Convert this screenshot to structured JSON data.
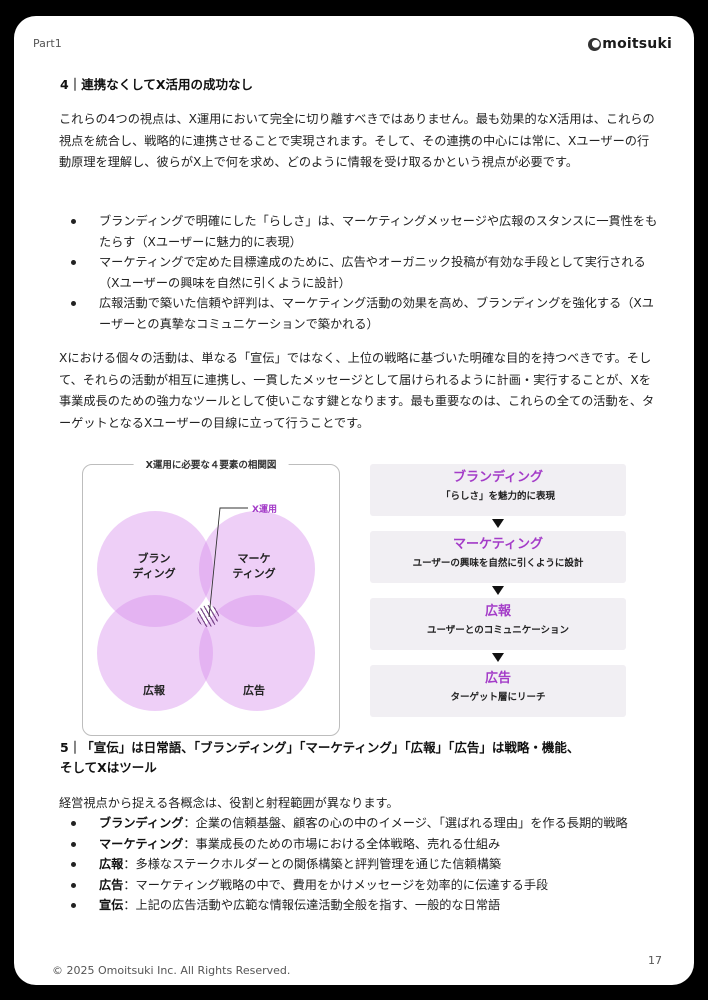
{
  "header": {
    "part_label": "Part1",
    "logo_text": "moitsuki"
  },
  "section4": {
    "heading": "4｜連携なくしてX活用の成功なし",
    "intro": "これらの4つの視点は、X運用において完全に切り離すべきではありません。最も効果的なX活用は、これらの視点を統合し、戦略的に連携させることで実現されます。そして、その連携の中心には常に、Xユーザーの行動原理を理解し、彼らがX上で何を求め、どのように情報を受け取るかという視点が必要です。",
    "bullets": [
      "ブランディングで明確にした「らしさ」は、マーケティングメッセージや広報のスタンスに一貫性をもたらす（Xユーザーに魅力的に表現）",
      "マーケティングで定めた目標達成のために、広告やオーガニック投稿が有効な手段として実行される（Xユーザーの興味を自然に引くように設計）",
      "広報活動で築いた信頼や評判は、マーケティング活動の効果を高め、ブランディングを強化する（Xユーザーとの真摯なコミュニケーションで築かれる）"
    ],
    "closing": "Xにおける個々の活動は、単なる「宣伝」ではなく、上位の戦略に基づいた明確な目的を持つべきです。そして、それらの活動が相互に連携し、一貫したメッセージとして届けられるように計画・実行することが、Xを事業成長のための強力なツールとして使いこなす鍵となります。最も重要なのは、これらの全ての活動を、ターゲットとなるXユーザーの目線に立って行うことです。"
  },
  "venn": {
    "title": "X運用に必要な４要素の相関図",
    "center_label": "X運用",
    "circles": [
      {
        "label_line1": "ブラン",
        "label_line2": "ディング"
      },
      {
        "label_line1": "マーケ",
        "label_line2": "ティング"
      },
      {
        "label_line1": "広報",
        "label_line2": ""
      },
      {
        "label_line1": "広告",
        "label_line2": ""
      }
    ],
    "colors": {
      "circle_fill": "#d68ceb",
      "accent": "#a43cc8"
    }
  },
  "flow": [
    {
      "title": "ブランディング",
      "subtitle": "「らしさ」を魅力的に表現"
    },
    {
      "title": "マーケティング",
      "subtitle": "ユーザーの興味を自然に引くように設計"
    },
    {
      "title": "広報",
      "subtitle": "ユーザーとのコミュニケーション"
    },
    {
      "title": "広告",
      "subtitle": "ターゲット層にリーチ"
    }
  ],
  "section5": {
    "heading_line1": "5｜「宣伝」は日常語、「ブランディング」「マーケティング」「広報」「広告」は戦略・機能、",
    "heading_line2": "そしてXはツール",
    "intro": "経営視点から捉える各概念は、役割と射程範囲が異なります。",
    "definitions": [
      {
        "term": "ブランディング",
        "desc": "：企業の信頼基盤、顧客の心の中のイメージ、「選ばれる理由」を作る長期的戦略"
      },
      {
        "term": "マーケティング",
        "desc": "：事業成長のための市場における全体戦略、売れる仕組み"
      },
      {
        "term": "広報",
        "desc": "：多様なステークホルダーとの関係構築と評判管理を通じた信頼構築"
      },
      {
        "term": "広告",
        "desc": "：マーケティング戦略の中で、費用をかけメッセージを効率的に伝達する手段"
      },
      {
        "term": "宣伝",
        "desc": "：上記の広告活動や広範な情報伝達活動全般を指す、一般的な日常語"
      }
    ]
  },
  "footer": {
    "copyright": "© 2025 Omoitsuki Inc. All Rights Reserved.",
    "page_number": "17"
  }
}
